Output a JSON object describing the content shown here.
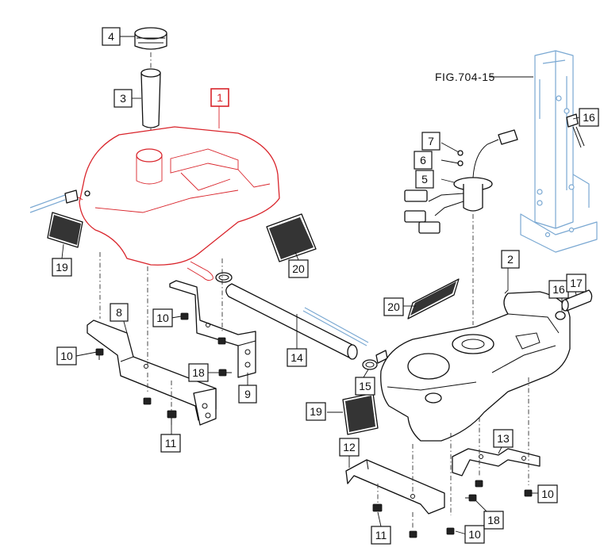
{
  "diagram": {
    "figure_reference": "FIG.704-15",
    "callouts": [
      {
        "id": "c1",
        "label": "1",
        "highlight": true
      },
      {
        "id": "c2",
        "label": "2"
      },
      {
        "id": "c3",
        "label": "3"
      },
      {
        "id": "c4",
        "label": "4"
      },
      {
        "id": "c5",
        "label": "5"
      },
      {
        "id": "c6",
        "label": "6"
      },
      {
        "id": "c7",
        "label": "7"
      },
      {
        "id": "c8",
        "label": "8"
      },
      {
        "id": "c9",
        "label": "9"
      },
      {
        "id": "c10a",
        "label": "10"
      },
      {
        "id": "c10b",
        "label": "10"
      },
      {
        "id": "c10c",
        "label": "10"
      },
      {
        "id": "c10d",
        "label": "10"
      },
      {
        "id": "c11a",
        "label": "11"
      },
      {
        "id": "c11b",
        "label": "11"
      },
      {
        "id": "c12",
        "label": "12"
      },
      {
        "id": "c13",
        "label": "13"
      },
      {
        "id": "c14",
        "label": "14"
      },
      {
        "id": "c15",
        "label": "15"
      },
      {
        "id": "c16a",
        "label": "16"
      },
      {
        "id": "c16b",
        "label": "16"
      },
      {
        "id": "c17",
        "label": "17"
      },
      {
        "id": "c18a",
        "label": "18"
      },
      {
        "id": "c18b",
        "label": "18"
      },
      {
        "id": "c19a",
        "label": "19"
      },
      {
        "id": "c19b",
        "label": "19"
      },
      {
        "id": "c20a",
        "label": "20"
      },
      {
        "id": "c20b",
        "label": "20"
      }
    ],
    "colors": {
      "highlight": "#d9242b",
      "reference_frame": "#7aa8d2",
      "line": "#111111"
    }
  }
}
